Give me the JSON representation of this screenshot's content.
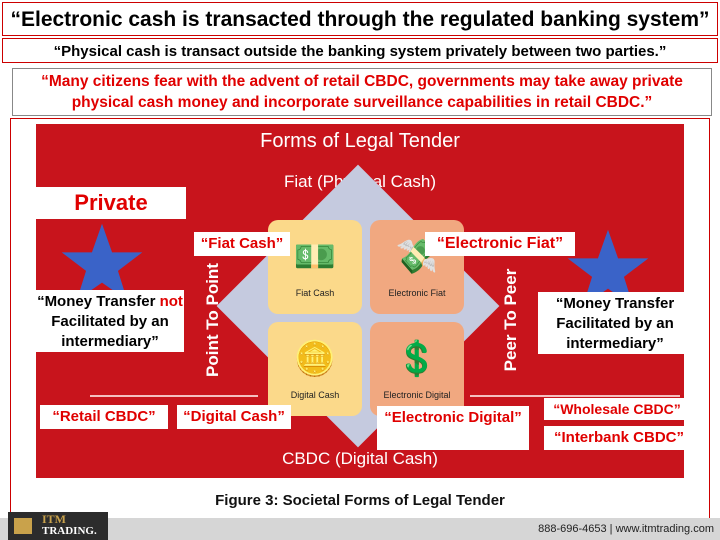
{
  "banners": {
    "line1": "“Electronic cash is transacted through the regulated banking system”",
    "line2": "“Physical cash is transact outside the banking system privately between two parties.”",
    "line3": "“Many citizens fear with the advent of retail CBDC, governments may take away private physical cash money and incorporate surveillance capabilities in retail CBDC.”"
  },
  "diagram": {
    "title": "Forms of Legal Tender",
    "top_label": "Fiat (Physical Cash)",
    "bottom_label": "CBDC (Digital Cash)",
    "left_axis": "Point To Point",
    "right_axis": "Peer To Peer",
    "quadrants": [
      {
        "caption": "Fiat Cash",
        "icon": "cash-icon",
        "glyph": "💵",
        "color": "#fbd98a"
      },
      {
        "caption": "Electronic Fiat",
        "icon": "cash-icon",
        "glyph": "💸",
        "color": "#f1a880"
      },
      {
        "caption": "Digital Cash",
        "icon": "coins-icon",
        "glyph": "🪙",
        "color": "#fbd98a"
      },
      {
        "caption": "Electronic Digital",
        "icon": "digital-dollar-icon",
        "glyph": "💲",
        "color": "#f1a880"
      }
    ],
    "caption": "Figure 3: Societal Forms of Legal Tender"
  },
  "overlays": {
    "private": "Private",
    "left_transfer_pre": "“Money Transfer ",
    "left_transfer_not": "not",
    "left_transfer_post": " Facilitated by an intermediary”",
    "right_transfer": "“Money Transfer Facilitated by an intermediary”",
    "fiat_cash": "“Fiat Cash”",
    "electronic_fiat": "“Electronic Fiat”",
    "retail_cbdc": "“Retail CBDC”",
    "digital_cash": "“Digital Cash”",
    "electronic_digital": "“Electronic Digital”",
    "wholesale_cbdc": "“Wholesale  CBDC”",
    "interbank_cbdc": "“Interbank CBDC”"
  },
  "footer": {
    "logo_top": "ITM",
    "logo_bottom": "TRADING.",
    "contact": "888-696-4653  |  www.itmtrading.com"
  },
  "colors": {
    "panel": "#c8141c",
    "accent_red": "#e00000",
    "star": "#3a63c8"
  }
}
